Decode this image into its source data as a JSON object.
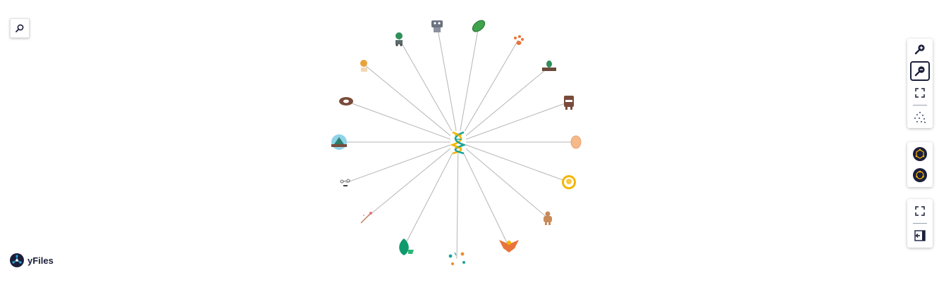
{
  "app": {
    "brand": "yFiles"
  },
  "controls": {
    "search": {
      "icon": "search-icon"
    },
    "zoom_group": [
      {
        "name": "zoom-in",
        "icon": "zoom-in-icon"
      },
      {
        "name": "zoom-out",
        "icon": "zoom-out-icon"
      },
      {
        "name": "fit-content",
        "icon": "fit-content-icon"
      },
      {
        "name": "layout",
        "icon": "layout-scatter-icon"
      }
    ],
    "layout_group": [
      {
        "name": "hexagon-layout",
        "icon": "hexagon-layout-icon"
      },
      {
        "name": "circular-layout",
        "icon": "circular-layout-icon"
      }
    ],
    "view_group": [
      {
        "name": "fullscreen",
        "icon": "fullscreen-icon"
      },
      {
        "name": "collapse-sidebar",
        "icon": "sidebar-collapse-icon"
      }
    ]
  },
  "graph": {
    "center": {
      "name": "center",
      "icon": "dna-icon"
    },
    "nodes": [
      {
        "id": "n1",
        "icon": "robot-icon",
        "color": "#6b7280",
        "label": "",
        "edge_label": ""
      },
      {
        "id": "n2",
        "icon": "leaf-icon",
        "color": "#3fa34d",
        "label": "",
        "edge_label": ""
      },
      {
        "id": "n3",
        "icon": "paw-icon",
        "color": "#e8743b",
        "label": "",
        "edge_label": ""
      },
      {
        "id": "n4",
        "icon": "plant-pot-icon",
        "color": "#6b4a3a",
        "label": "",
        "edge_label": ""
      },
      {
        "id": "n5",
        "icon": "monster-icon",
        "color": "#7a4b3a",
        "label": "",
        "edge_label": ""
      },
      {
        "id": "n6",
        "icon": "egg-icon",
        "color": "#f6b98a",
        "label": "",
        "edge_label": ""
      },
      {
        "id": "n7",
        "icon": "sun-badge-icon",
        "color": "#f5b400",
        "label": "",
        "edge_label": ""
      },
      {
        "id": "n8",
        "icon": "gingerbread-icon",
        "color": "#c98a5a",
        "label": "",
        "edge_label": ""
      },
      {
        "id": "n9",
        "icon": "phoenix-icon",
        "color": "#e8743b",
        "label": "",
        "edge_label": ""
      },
      {
        "id": "n10",
        "icon": "seeds-icon",
        "color": "#1aa39a",
        "label": "",
        "edge_label": ""
      },
      {
        "id": "n11",
        "icon": "green-leaf-icon",
        "color": "#0f9a6e",
        "label": "",
        "edge_label": ""
      },
      {
        "id": "n12",
        "icon": "wand-icon",
        "color": "#e57373",
        "label": "",
        "edge_label": ""
      },
      {
        "id": "n13",
        "icon": "molecules-icon",
        "color": "#444444",
        "label": "",
        "edge_label": ""
      },
      {
        "id": "n14",
        "icon": "mountain-icon",
        "color": "#2e7d6b",
        "label": "",
        "edge_label": ""
      },
      {
        "id": "n15",
        "icon": "cloud-icon",
        "color": "#7a4b3a",
        "label": "",
        "edge_label": ""
      },
      {
        "id": "n16",
        "icon": "worker-icon",
        "color": "#e8a33b",
        "label": "",
        "edge_label": ""
      },
      {
        "id": "n17",
        "icon": "grower-icon",
        "color": "#2f8f5b",
        "label": "",
        "edge_label": ""
      }
    ]
  }
}
